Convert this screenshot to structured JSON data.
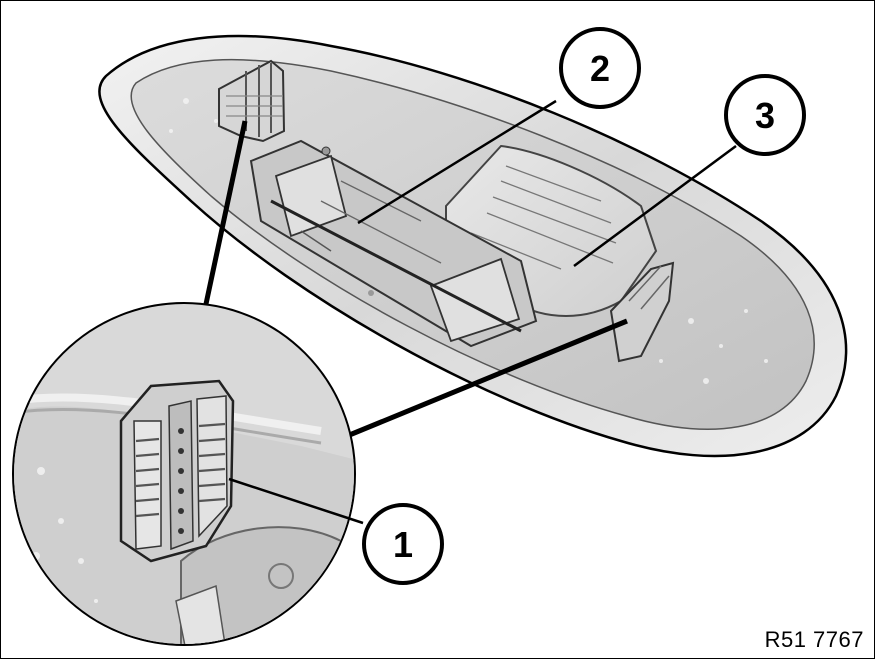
{
  "figure": {
    "reference_code": "R51 7767",
    "callouts": [
      {
        "id": "1",
        "label": "1"
      },
      {
        "id": "2",
        "label": "2"
      },
      {
        "id": "3",
        "label": "3"
      }
    ],
    "colors": {
      "line": "#000000",
      "part_light": "#e6e6e6",
      "part_mid": "#c9c9c9",
      "part_dark": "#8c8c8c",
      "background": "#ffffff"
    }
  }
}
